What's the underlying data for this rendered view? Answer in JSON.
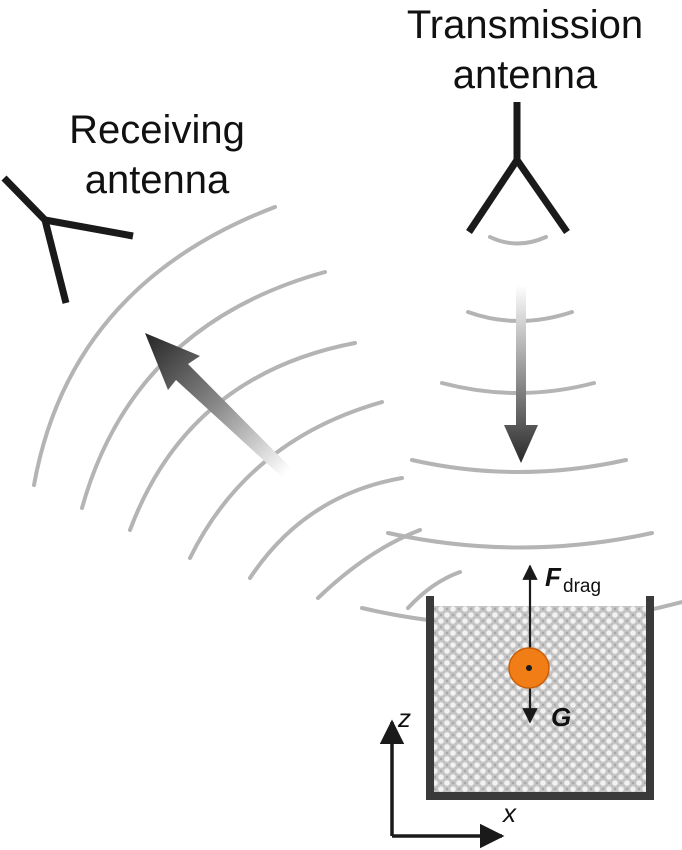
{
  "labels": {
    "transmission_line1": "Transmission",
    "transmission_line2": "antenna",
    "receiving_line1": "Receiving",
    "receiving_line2": "antenna",
    "force_main": "F",
    "force_sub": "drag",
    "gravity": "G",
    "axis_z": "z",
    "axis_x": "x"
  },
  "colors": {
    "antenna": "#1a1a1a",
    "wave": "#b4b4b4",
    "container_wall": "#3a3a3a",
    "fill_pattern": "#bdbdbd",
    "particle": "#f07d16",
    "arrow": "#1a1a1a"
  },
  "icons": {
    "transmission": "antenna-icon",
    "receiving": "antenna-icon"
  }
}
